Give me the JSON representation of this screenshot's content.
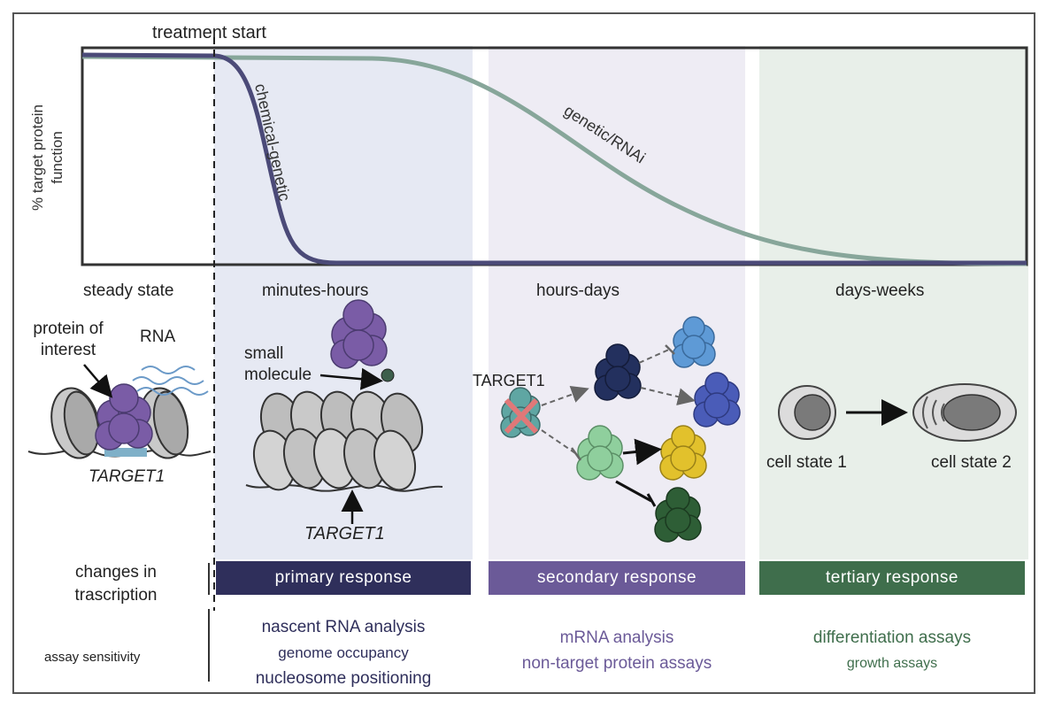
{
  "colors": {
    "primary": "#2f2f5b",
    "secondary": "#6b5a98",
    "tertiary": "#3f6e4c",
    "chemical_curve": "#4b4a78",
    "genetic_curve": "#87a69a",
    "panel_primary": "#e6e9f3",
    "panel_secondary": "#eeecf4",
    "panel_tertiary": "#e8efe9"
  },
  "header": {
    "treatment_start": "treatment start"
  },
  "plot": {
    "y_axis_label_line1": "% target protein",
    "y_axis_label_line2": "function",
    "curve_chemical_label": "chemical-genetic",
    "curve_genetic_label": "genetic/RNAi"
  },
  "phases": {
    "steady": "steady state",
    "minutes": "minutes-hours",
    "hours": "hours-days",
    "days": "days-weeks"
  },
  "steady_panel": {
    "protein_label_line1": "protein of",
    "protein_label_line2": "interest",
    "rna_label": "RNA",
    "target_label": "TARGET1"
  },
  "primary_panel": {
    "small_molecule_line1": "small",
    "small_molecule_line2": "molecule",
    "target_label": "TARGET1"
  },
  "secondary_panel": {
    "target_label": "TARGET1"
  },
  "tertiary_panel": {
    "cell_state_1": "cell state 1",
    "cell_state_2": "cell state 2"
  },
  "rows": {
    "changes_line1": "changes in",
    "changes_line2": "trascription",
    "assay_sensitivity": "assay sensitivity"
  },
  "responses": {
    "primary": "primary response",
    "secondary": "secondary response",
    "tertiary": "tertiary response"
  },
  "assays": {
    "primary": [
      "nascent RNA analysis",
      "genome occupancy",
      "nucleosome positioning"
    ],
    "secondary": [
      "mRNA analysis",
      "non-target protein assays"
    ],
    "tertiary": [
      "differentiation assays",
      "growth assays"
    ]
  }
}
